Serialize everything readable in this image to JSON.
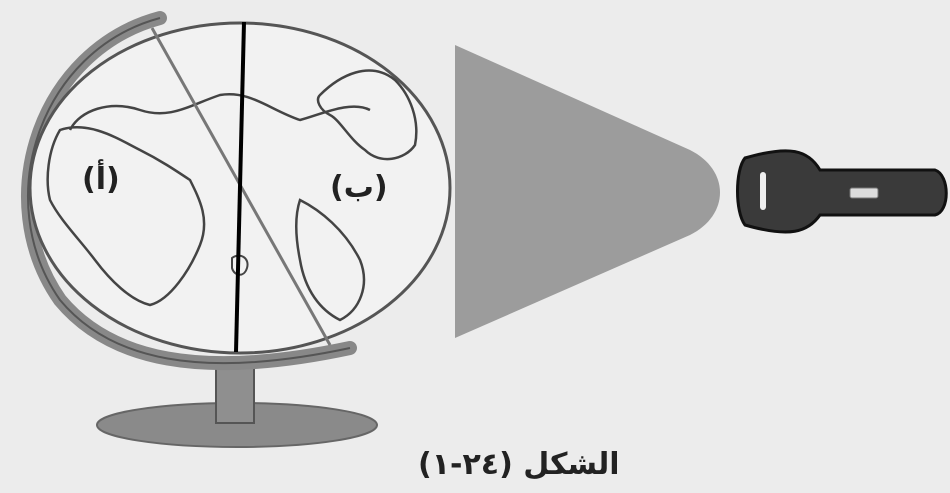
{
  "labels": {
    "a": "(أ)",
    "b": "(ب)"
  },
  "caption": "الشكل (٢٤-١)",
  "colors": {
    "background": "#ececec",
    "globe_fill": "#f2f2f2",
    "globe_stroke": "#555555",
    "stand": "#8a8a8a",
    "beam": "#999999",
    "torch": "#3a3a3a",
    "axis_line": "#000000"
  }
}
